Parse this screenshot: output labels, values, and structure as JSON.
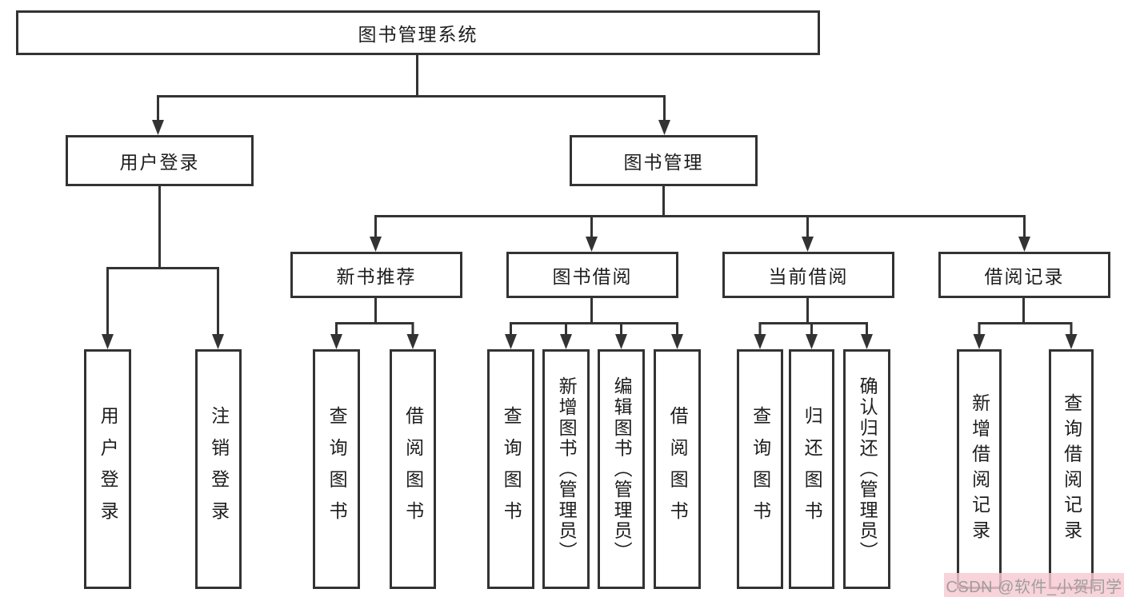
{
  "diagram": {
    "root": {
      "label": "图书管理系统"
    },
    "level2": [
      {
        "id": "user-login",
        "label": "用户登录"
      },
      {
        "id": "book-management",
        "label": "图书管理"
      }
    ],
    "level3": [
      {
        "id": "new-book-recommend",
        "label": "新书推荐",
        "parent": "图书管理"
      },
      {
        "id": "book-borrow",
        "label": "图书借阅",
        "parent": "图书管理"
      },
      {
        "id": "current-borrow",
        "label": "当前借阅",
        "parent": "图书管理"
      },
      {
        "id": "borrow-records",
        "label": "借阅记录",
        "parent": "图书管理"
      }
    ],
    "leaves": [
      {
        "label": "用户登录",
        "parent": "用户登录"
      },
      {
        "label": "注销登录",
        "parent": "用户登录"
      },
      {
        "label": "查询图书",
        "parent": "新书推荐"
      },
      {
        "label": "借阅图书",
        "parent": "新书推荐"
      },
      {
        "label": "查询图书",
        "parent": "图书借阅"
      },
      {
        "label": "新增图书（管理员）",
        "parent": "图书借阅"
      },
      {
        "label": "编辑图书（管理员）",
        "parent": "图书借阅"
      },
      {
        "label": "借阅图书",
        "parent": "图书借阅"
      },
      {
        "label": "查询图书",
        "parent": "当前借阅"
      },
      {
        "label": "归还图书",
        "parent": "当前借阅"
      },
      {
        "label": "确认归还（管理员）",
        "parent": "当前借阅"
      },
      {
        "label": "新增借阅记录",
        "parent": "借阅记录"
      },
      {
        "label": "查询借阅记录",
        "parent": "借阅记录"
      }
    ],
    "colors": {
      "line": "#333333",
      "box_border": "#333333",
      "text": "#1d1d1d",
      "background": "#ffffff"
    }
  },
  "watermark": {
    "text": "CSDN @软件_小贺同学",
    "text_color": "#9e9e9e",
    "band_color": "#f6c9d1"
  }
}
